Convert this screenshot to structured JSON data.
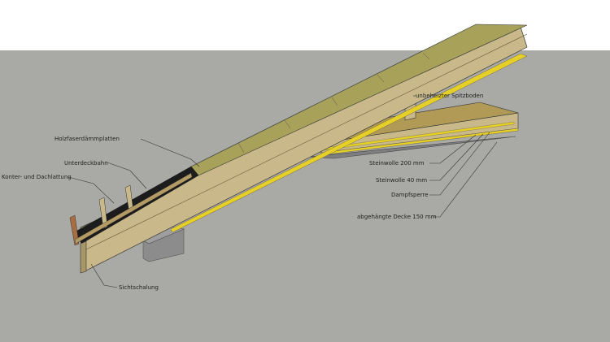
{
  "colors": {
    "sky": "#ffffff",
    "ground": "#a9a9a6",
    "wood": "#c9b98a",
    "wood_dark": "#a89766",
    "insulation_fibre": "#a7a159",
    "membrane": "#1c1c1c",
    "yellow_layer": "#e6cf26",
    "concrete": "#8c8c8c",
    "ceiling": "#7e7e80",
    "leader": "#333333"
  },
  "labels": {
    "unbeheizter_spitzboden": "unbeheizter Spitzboden",
    "holzfaserdaemmplatten": "Holzfaserdämmplatten",
    "unterdeckbahn": "Unterdeckbahn",
    "konter_dachlattung": "Konter- und Dachlattung",
    "steinwolle_200": "Steinwolle 200 mm",
    "steinwolle_40": "Steinwolle 40 mm",
    "dampfsperre": "Dampfsperre",
    "abgehaengte_decke": "abgehängte Decke 150 mm",
    "sichtschalung": "Sichtschalung"
  }
}
